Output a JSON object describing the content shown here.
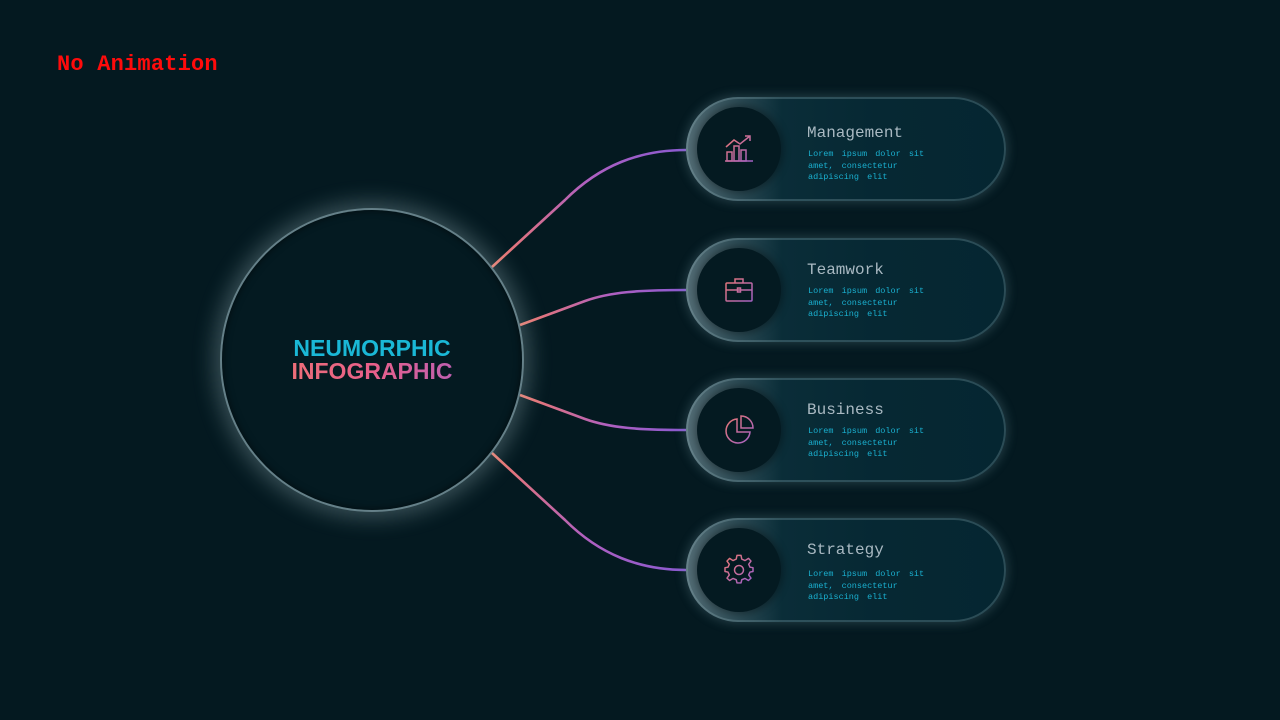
{
  "banner": {
    "text": "No Animation"
  },
  "hub": {
    "line1": "NEUMORPHIC",
    "line2": "INFOGRAPHIC"
  },
  "items": [
    {
      "title": "Management",
      "desc": "Lorem ipsum dolor sit amet, consectetur adipiscing elit",
      "icon": "bar-chart-trend-icon"
    },
    {
      "title": "Teamwork",
      "desc": "Lorem ipsum dolor sit amet, consectetur adipiscing elit",
      "icon": "briefcase-icon"
    },
    {
      "title": "Business",
      "desc": "Lorem ipsum dolor sit amet, consectetur adipiscing elit",
      "icon": "pie-chart-icon"
    },
    {
      "title": "Strategy",
      "desc": "Lorem ipsum dolor sit amet, consectetur adipiscing elit",
      "icon": "gear-icon"
    }
  ],
  "colors": {
    "background": "#041920",
    "banner": "#ff0b0b",
    "accent_cyan": "#1ab8d6",
    "accent_coral": "#f07a6a",
    "accent_purple": "#9b5fd0"
  }
}
